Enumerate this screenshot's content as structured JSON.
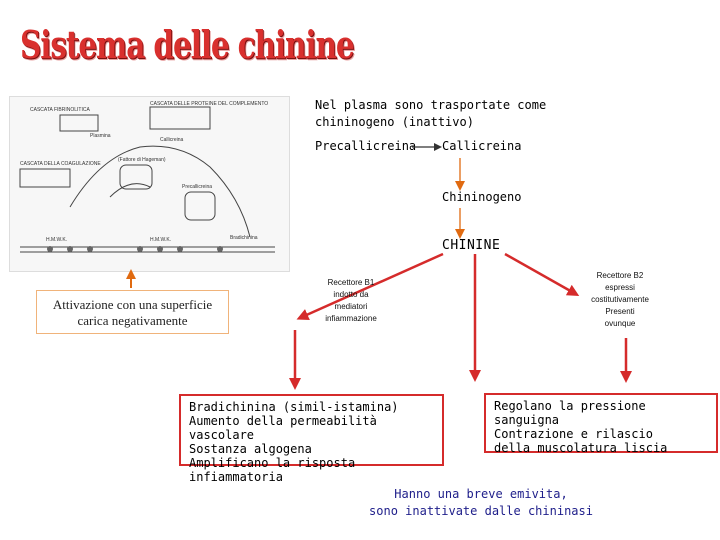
{
  "title": "Sistema delle chinine",
  "plasma_note": {
    "line1": "Nel plasma sono trasportate come",
    "line2": "chininogeno (inattivo)"
  },
  "cascade": {
    "precursor": "Precallicreina",
    "enzyme": "Callicreina",
    "substrate": "Chininogeno",
    "product": "CHININE"
  },
  "figure": {
    "labels": [
      "CASCATA FIBRINOLITICA",
      "CASCATA DELLE PROTEINE DEL COMPLEMENTO",
      "CASCATA DELLA COAGULAZIONE",
      "(Fattore di Hageman)",
      "Precallicreina",
      "Plasmina",
      "Callicreina",
      "H.M.W.K.",
      "H.M.W.K.",
      "Bradichinina"
    ]
  },
  "activation": {
    "line1": "Attivazione con una superficie",
    "line2": "carica negativamente"
  },
  "receptor_b1": [
    "Recettore B1",
    "indotto da",
    "mediatori",
    "infiammazione"
  ],
  "receptor_b2": [
    "Recettore B2",
    "espressi",
    "costitutivamente",
    "Presenti",
    "ovunque"
  ],
  "left_box": [
    "Bradichinina (simil-istamina)",
    "Aumento della permeabilità vascolare",
    "Sostanza algogena",
    "Amplificano la risposta infiammatoria"
  ],
  "right_box": [
    "Regolano la pressione sanguigna",
    "Contrazione e rilascio",
    "della muscolatura liscia"
  ],
  "bottom_note": {
    "line1": "Hanno una breve emivita,",
    "line2": "sono inattivate dalle chininasi"
  },
  "colors": {
    "title": "#d9302e",
    "arrow_red": "#d52b2b",
    "arrow_orange": "#e06a10",
    "note_blue": "#1e1e8a"
  }
}
